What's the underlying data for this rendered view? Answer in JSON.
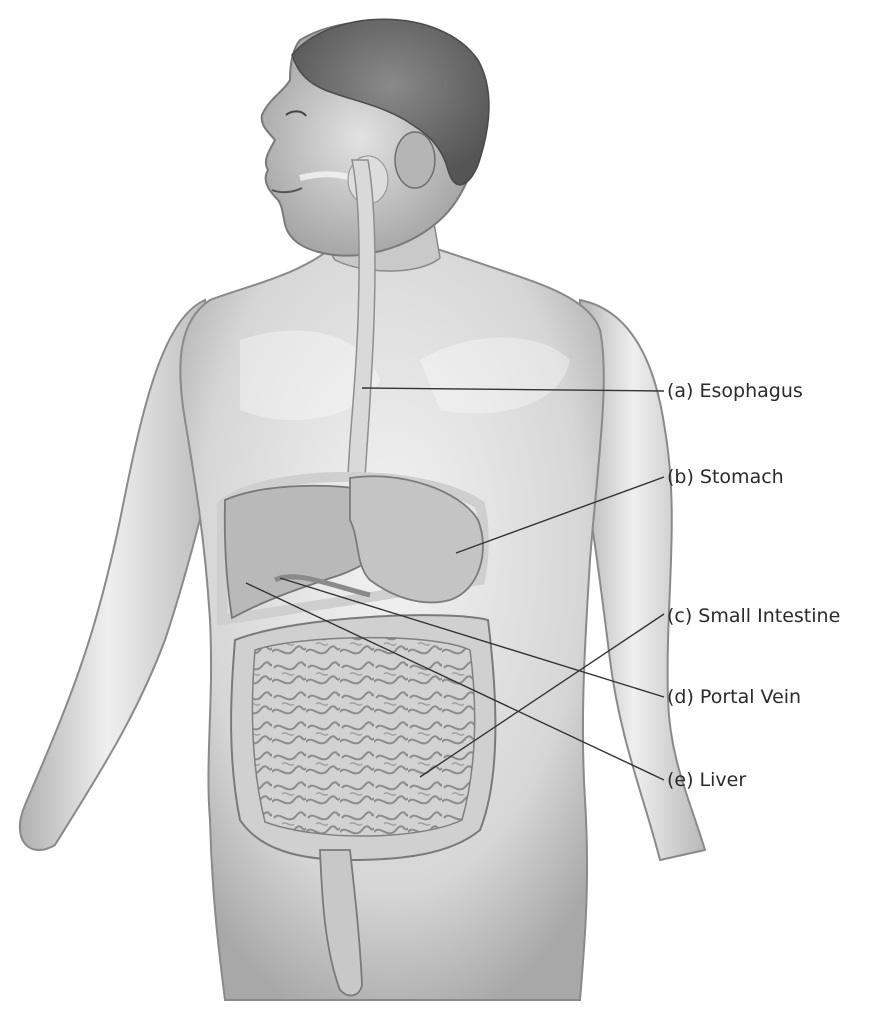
{
  "labels": {
    "esophagus": "(a) Esophagus",
    "stomach": "(b) Stomach",
    "small_intestine": "(c) Small Intestine",
    "portal_vein": "(d) Portal Vein",
    "liver": "(e) Liver"
  },
  "colors": {
    "label_text": "#2a2a2a",
    "leader_line": "#333333",
    "skin_light": "#ececec",
    "skin_shade": "#9a9a9a",
    "hair": "#6e6e6e",
    "organ": "#bdbdbd",
    "intestine": "#cfcfcf"
  }
}
